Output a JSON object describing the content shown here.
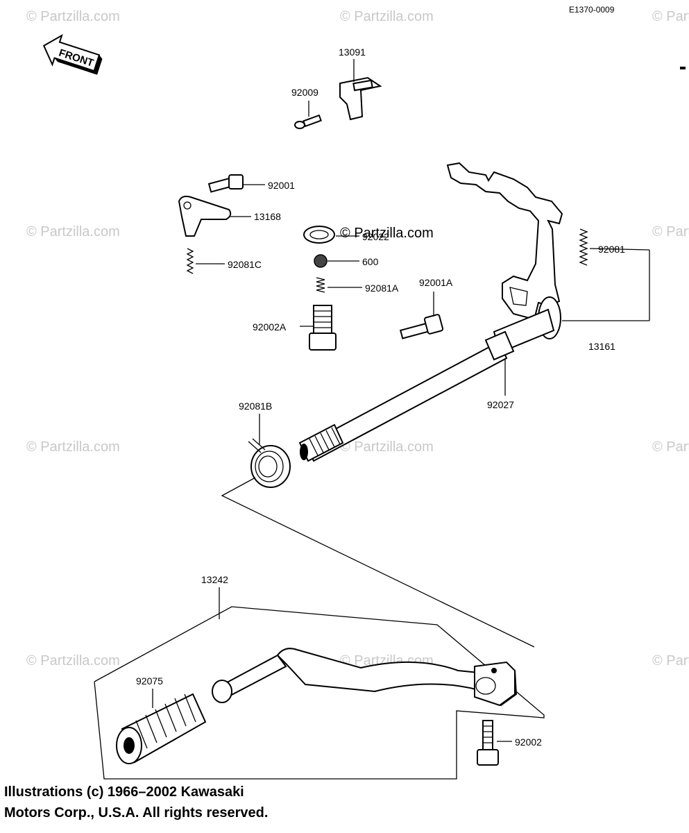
{
  "diagram": {
    "ref_code": "E1370-0009",
    "front_label": "FRONT",
    "watermark": "© Partzilla.com",
    "parts": {
      "p13091": "13091",
      "p92009": "92009",
      "p92001": "92001",
      "p13168": "13168",
      "p92022": "92022",
      "p600": "600",
      "p92081C": "92081C",
      "p92081A": "92081A",
      "p92001A": "92001A",
      "p92002A": "92002A",
      "p92081": "92081",
      "p13161": "13161",
      "p92027": "92027",
      "p92081B": "92081B",
      "p13242": "13242",
      "p92075": "92075",
      "p92002": "92002"
    }
  },
  "footer": {
    "line1": "Illustrations (c) 1966–2002 Kawasaki",
    "line2": "Motors Corp., U.S.A.  All rights reserved."
  }
}
